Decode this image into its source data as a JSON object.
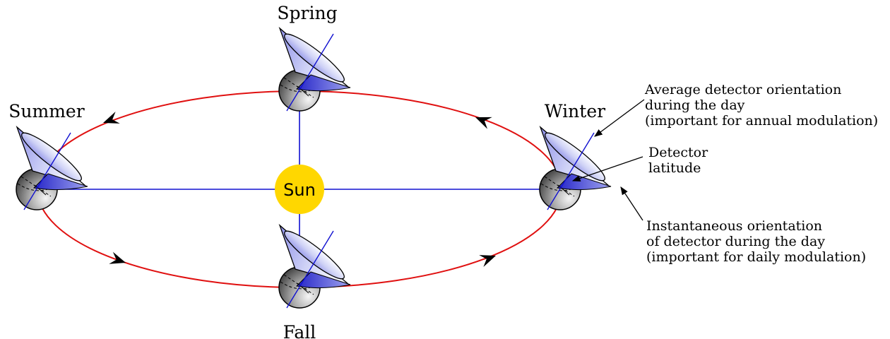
{
  "center_label": "Sun",
  "seasons": {
    "spring": "Spring",
    "summer": "Summer",
    "winter": "Winter",
    "fall": "Fall"
  },
  "annotations": {
    "average_orientation": [
      "Average detector orientation",
      "during the day",
      "(important for annual modulation)"
    ],
    "latitude": [
      "Detector",
      "latitude"
    ],
    "instantaneous_orientation": [
      "Instantaneous orientation",
      "of detector during the day",
      "(important for daily modulation)"
    ]
  },
  "colors": {
    "orbit": "#e01010",
    "axes": "#1010d0",
    "sun": "#ffd700",
    "cone_light": "#e8ecfb",
    "cone_dark": "#3a3ad8",
    "earth_light": "#f4f4f4",
    "earth_dark": "#303030"
  }
}
